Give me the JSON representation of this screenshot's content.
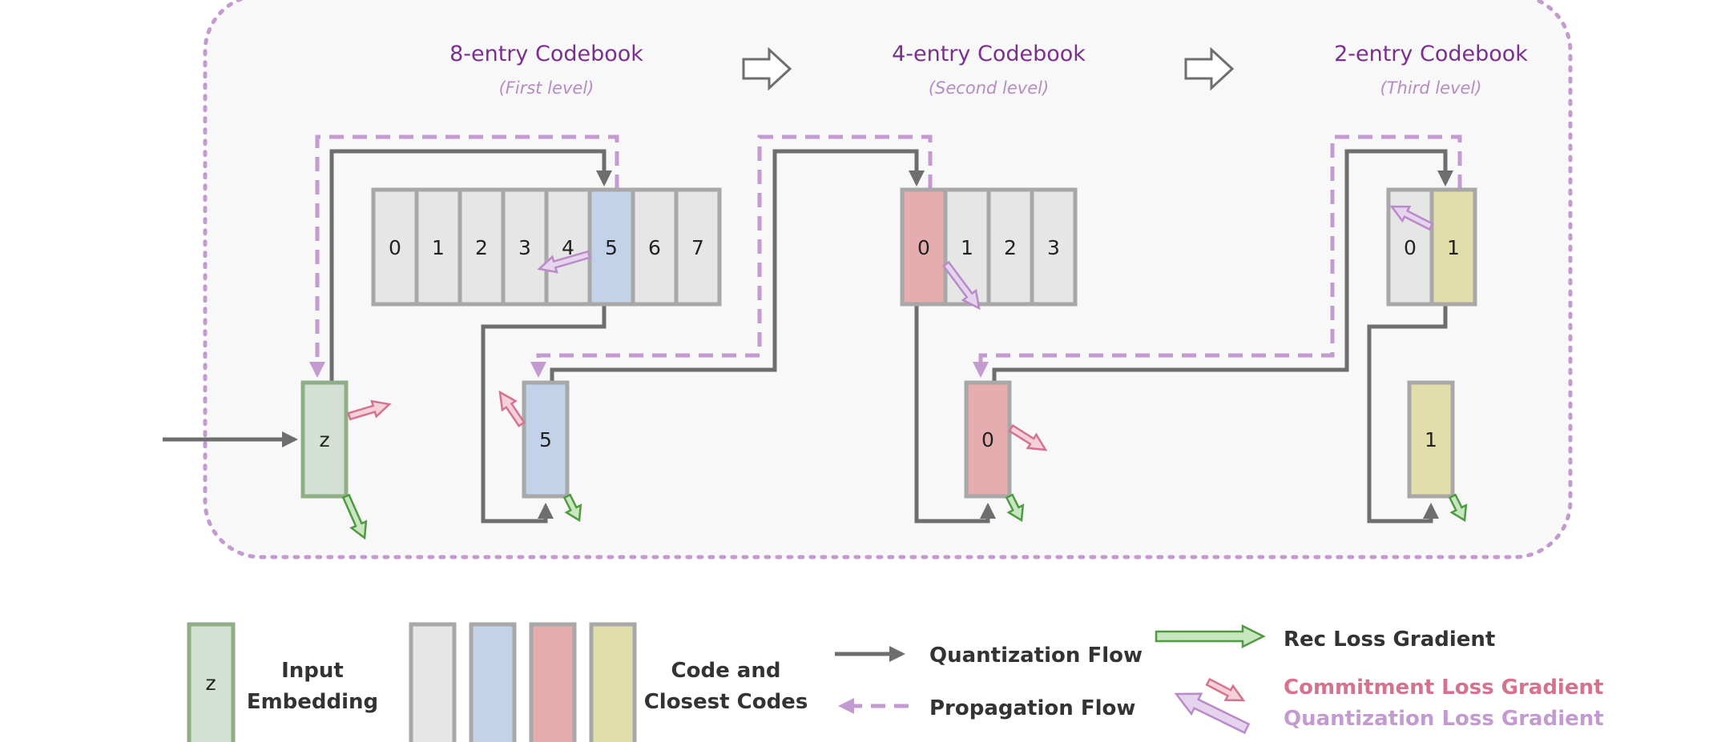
{
  "colors": {
    "input": "#d3e0d3",
    "input_border": "#8fae86",
    "neutral": "#e6e6e6",
    "blue": "#c2d2e8",
    "pink": "#e5adad",
    "yellow": "#e2deab",
    "flow": "#6e6e6e",
    "propagation": "#c49bd0",
    "rec_gradient": "#57a84a",
    "commitment": "#d5738f",
    "quantization_gradient": "#c49bd0"
  },
  "levels": [
    {
      "title": "8-entry Codebook",
      "subtitle": "(First level)",
      "entries": [
        "0",
        "1",
        "2",
        "3",
        "4",
        "5",
        "6",
        "7"
      ],
      "selected": "5"
    },
    {
      "title": "4-entry Codebook",
      "subtitle": "(Second level)",
      "entries": [
        "0",
        "1",
        "2",
        "3"
      ],
      "selected": "0"
    },
    {
      "title": "2-entry Codebook",
      "subtitle": "(Third level)",
      "entries": [
        "0",
        "1"
      ],
      "selected": "1"
    }
  ],
  "input_label": "z",
  "chosen_codes": [
    "5",
    "0",
    "1"
  ],
  "legend": {
    "input_box_label": "z",
    "input_line1": "Input",
    "input_line2": "Embedding",
    "code_line1": "Code and",
    "code_line2": "Closest Codes",
    "quant_flow": "Quantization Flow",
    "prop_flow": "Propagation Flow",
    "rec_loss": "Rec Loss Gradient",
    "commit_loss": "Commitment Loss Gradient",
    "quant_loss": "Quantization Loss Gradient"
  }
}
